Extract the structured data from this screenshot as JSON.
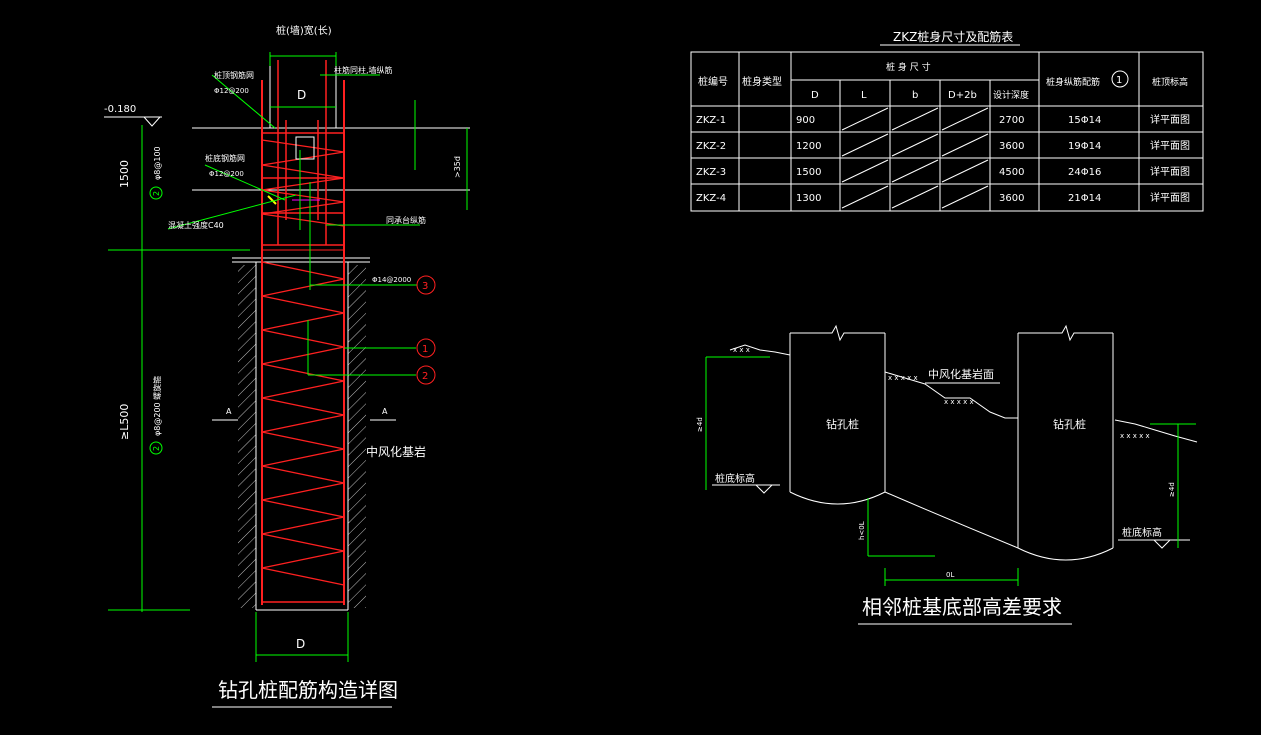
{
  "left": {
    "title": "钻孔桩配筋构造详图",
    "top_dim": "桩(墙)宽(长)",
    "d_top": "D",
    "d_bottom": "D",
    "elev": "-0.180",
    "dim_1500": "1500",
    "dim_lower": "≥L500",
    "cap_rebar_label": "桩顶钢筋网",
    "cap_rebar_spec": "Φ12@200",
    "cap_top_label": "柱筋同柱,墙纵筋",
    "bottom_mesh_label": "桩底钢筋网",
    "bottom_mesh_spec": "Φ12@200",
    "concrete_label": "混凝土强度C40",
    "same_cap_label": "同承台纵筋",
    "stirrup1_note": "φ8@100",
    "stirrup2_note": "φ8@200 螺旋箍",
    "rebar3_spec": "Φ14@2000",
    "la_note": ">35d",
    "callout1": "1",
    "callout2": "2",
    "callout3": "3",
    "section_a1": "A",
    "section_a2": "A",
    "rock_label": "中风化基岩"
  },
  "table": {
    "title": "ZKZ桩身尺寸及配筋表",
    "h_id": "桩编号",
    "h_type": "桩身类型",
    "h_size": "桩 身 尺 寸",
    "h_rebar": "桩身纵筋配筋",
    "h_rebar_circle": "1",
    "h_top": "桩顶标高",
    "h_D": "D",
    "h_L": "L",
    "h_b": "b",
    "h_D2b": "D+2b",
    "h_depth": "设计深度",
    "rows": [
      {
        "id": "ZKZ-1",
        "D": "900",
        "depth": "2700",
        "rebar": "15Φ14",
        "top": "详平面图"
      },
      {
        "id": "ZKZ-2",
        "D": "1200",
        "depth": "3600",
        "rebar": "19Φ14",
        "top": "详平面图"
      },
      {
        "id": "ZKZ-3",
        "D": "1500",
        "depth": "4500",
        "rebar": "24Φ16",
        "top": "详平面图"
      },
      {
        "id": "ZKZ-4",
        "D": "1300",
        "depth": "3600",
        "rebar": "21Φ14",
        "top": "详平面图"
      }
    ]
  },
  "right": {
    "title": "相邻桩基底部高差要求",
    "pile1": "钻孔桩",
    "pile2": "钻孔桩",
    "rock": "中风化基岩面",
    "base1": "桩底标高",
    "base2": "桩底标高",
    "dim_left": "≥4d",
    "dim_right": "≥4d",
    "dim_h": "h<0L",
    "dim_l": "0L"
  },
  "colors": {
    "line": "#ffffff",
    "rebar": "#ff2020",
    "dim": "#00ff00",
    "hatch": "#bfbfbf",
    "accent": "#ff00ff",
    "bg": "#000000"
  }
}
